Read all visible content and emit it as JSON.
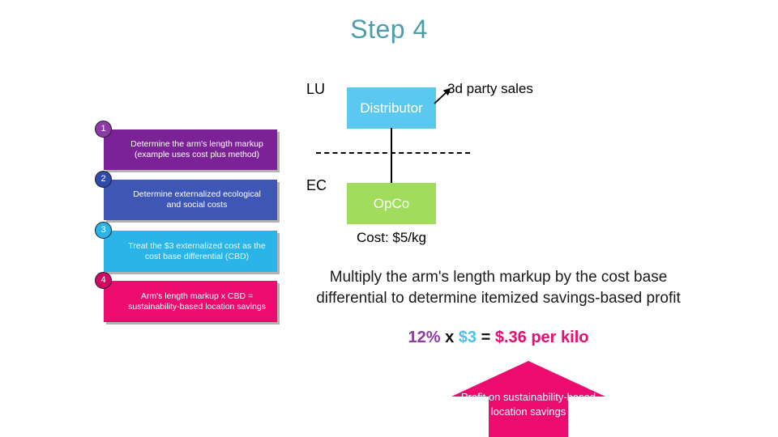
{
  "title": "Step 4",
  "theme": {
    "title_color": "#4c9eab",
    "step1_color": "#7b2396",
    "step2_color": "#3e57b4",
    "step3_color": "#2ab4e8",
    "step4_color": "#ec0b6f",
    "distributor_color": "#5ac8ef",
    "opco_color": "#a0dd5c",
    "arrow_color": "#ec0b6f"
  },
  "steps": [
    {
      "number": "1",
      "text": "Determine the arm's length markup  (example uses cost plus method)"
    },
    {
      "number": "2",
      "text": "Determine externalized ecological and social costs"
    },
    {
      "number": "3",
      "text": "Treat the $3 externalized cost as the cost base differential (CBD)"
    },
    {
      "number": "4",
      "text": "Arm's length markup x CBD = sustainability-based location savings"
    }
  ],
  "diagram": {
    "lu_label": "LU",
    "ec_label": "EC",
    "distributor_label": "Distributor",
    "opco_label": "OpCo",
    "third_party_sales_label": "3d party sales",
    "cost_label": "Cost: $5/kg"
  },
  "explanation": "Multiply the arm's length markup by the cost base differential to determine itemized savings-based profit",
  "formula": {
    "markup": "12%",
    "times": "x",
    "cbd": "$3",
    "equals": "=",
    "result": "$.36 per kilo"
  },
  "profit_arrow": {
    "label": "Profit on sustainability-based location savings"
  }
}
